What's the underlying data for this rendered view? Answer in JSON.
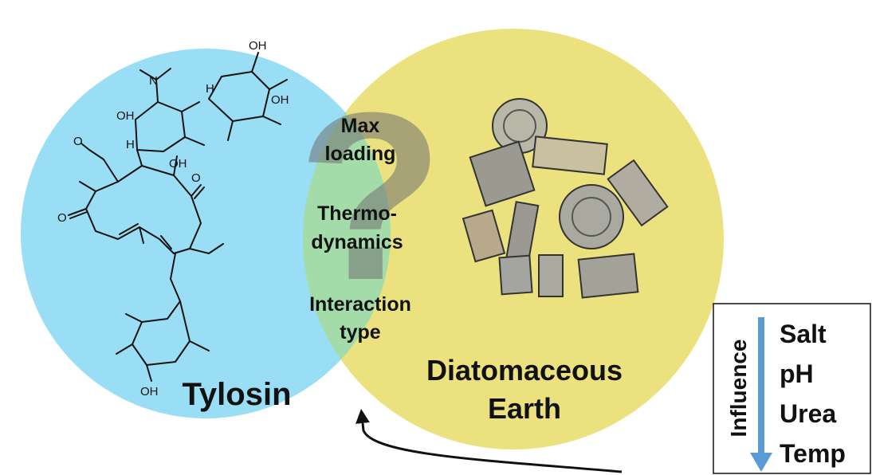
{
  "colors": {
    "left_circle": "#99DEF5",
    "right_circle": "#EBE27F",
    "overlap": "#A3DCA9",
    "arrow_blue": "#5B9BD5",
    "text": "#111111",
    "question_mark": "#6F6F6F"
  },
  "venn": {
    "left_label": "Tylosin",
    "right_label_line1": "Diatomaceous",
    "right_label_line2": "Earth",
    "center_items": [
      {
        "line1": "Max",
        "line2": "loading"
      },
      {
        "line1": "Thermo-",
        "line2": "dynamics"
      },
      {
        "line1": "Interaction",
        "line2": "type"
      }
    ],
    "question_mark": "?"
  },
  "molecule": {
    "atom_labels": {
      "oh": "OH",
      "o": "O",
      "n": "N",
      "h": "H"
    }
  },
  "influence_box": {
    "title": "Influence",
    "factors": [
      "Salt",
      "pH",
      "Urea",
      "Temp"
    ]
  }
}
